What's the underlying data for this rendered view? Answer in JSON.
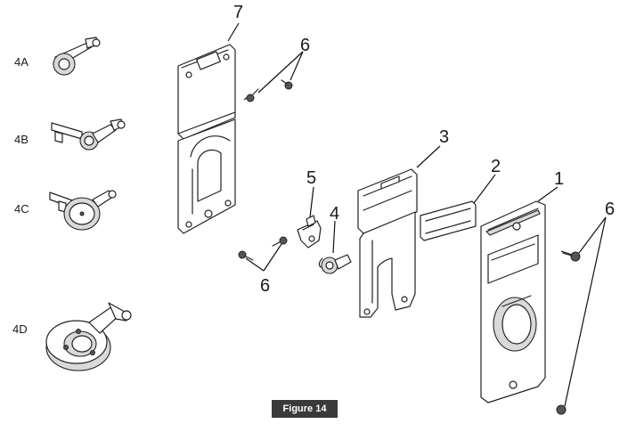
{
  "side_labels": {
    "a": "4A",
    "b": "4B",
    "c": "4C",
    "d": "4D"
  },
  "callouts": {
    "c7": "7",
    "c6_top": "6",
    "c5": "5",
    "c4": "4",
    "c3": "3",
    "c2": "2",
    "c1": "1",
    "c6_right": "6",
    "c6_left": "6"
  },
  "caption": "Figure 14"
}
